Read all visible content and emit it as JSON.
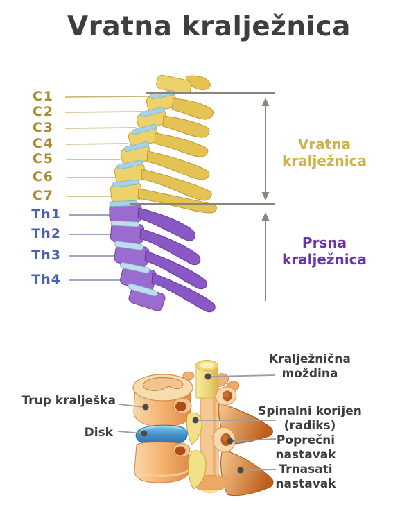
{
  "title": "Vratna kralježnica",
  "spine_diagram": {
    "cervical_labels": [
      "C1",
      "C2",
      "C3",
      "C4",
      "C5",
      "C6",
      "C7"
    ],
    "thoracic_labels": [
      "Th1",
      "Th2",
      "Th3",
      "Th4"
    ],
    "cervical_region_label": "Vratna kralježnica",
    "thoracic_region_label": "Prsna kralježnica"
  },
  "vertebra_diagram": {
    "labels": {
      "spinal_cord": "Kralježnična moždina",
      "vertebral_body": "Trup kralješka",
      "disc": "Disk",
      "nerve_root": "Spinalni korijen (radiks)",
      "transverse_process": "Poprečni nastavak",
      "spinous_process": "Trnasati nastavak"
    }
  },
  "colors": {
    "title_text": "#3e3e3e",
    "cervical_label": "#ac8b2f",
    "cervical_leader_line": "#c9b273",
    "cervical_region_label": "#d2b149",
    "cervical_bone": "#edd26c",
    "thoracic_label": "#4a61ad",
    "thoracic_leader_line": "#7c88ad",
    "thoracic_region_label": "#6934ae",
    "thoracic_bone": "#9b6cd0",
    "disc_blue": "#3e8ec6",
    "bracket_arrow": "#8a8578",
    "annotation_text": "#3d3d3d",
    "annotation_leader_line": "#9e9e9e",
    "vertebra_orange": "#f3ae6b",
    "spinal_cord_yellow": "#ebd373"
  }
}
